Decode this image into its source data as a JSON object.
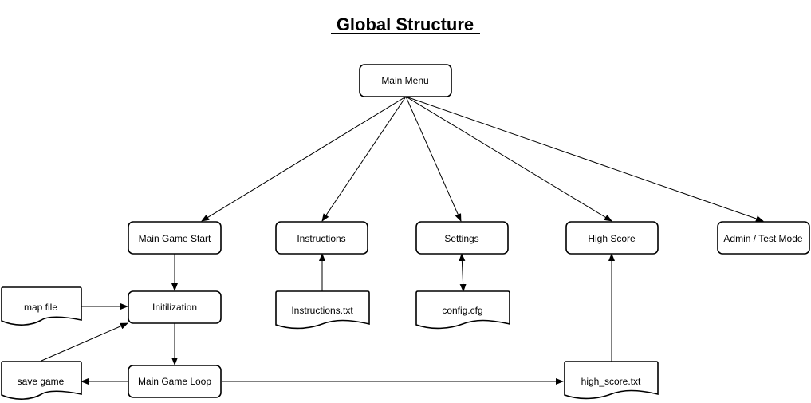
{
  "title": "Global Structure",
  "nodes": {
    "main_menu": "Main Menu",
    "main_game_start": "Main Game Start",
    "instructions": "Instructions",
    "settings": "Settings",
    "high_score": "High Score",
    "admin_test_mode": "Admin / Test Mode",
    "initilization": "Initilization",
    "main_game_loop": "Main Game Loop",
    "map_file": "map file",
    "save_game": "save game",
    "instructions_txt": "Instructions.txt",
    "config_cfg": "config.cfg",
    "high_score_txt": "high_score.txt"
  },
  "colors": {
    "stroke": "#000000",
    "fill": "#ffffff",
    "text": "#000000"
  }
}
